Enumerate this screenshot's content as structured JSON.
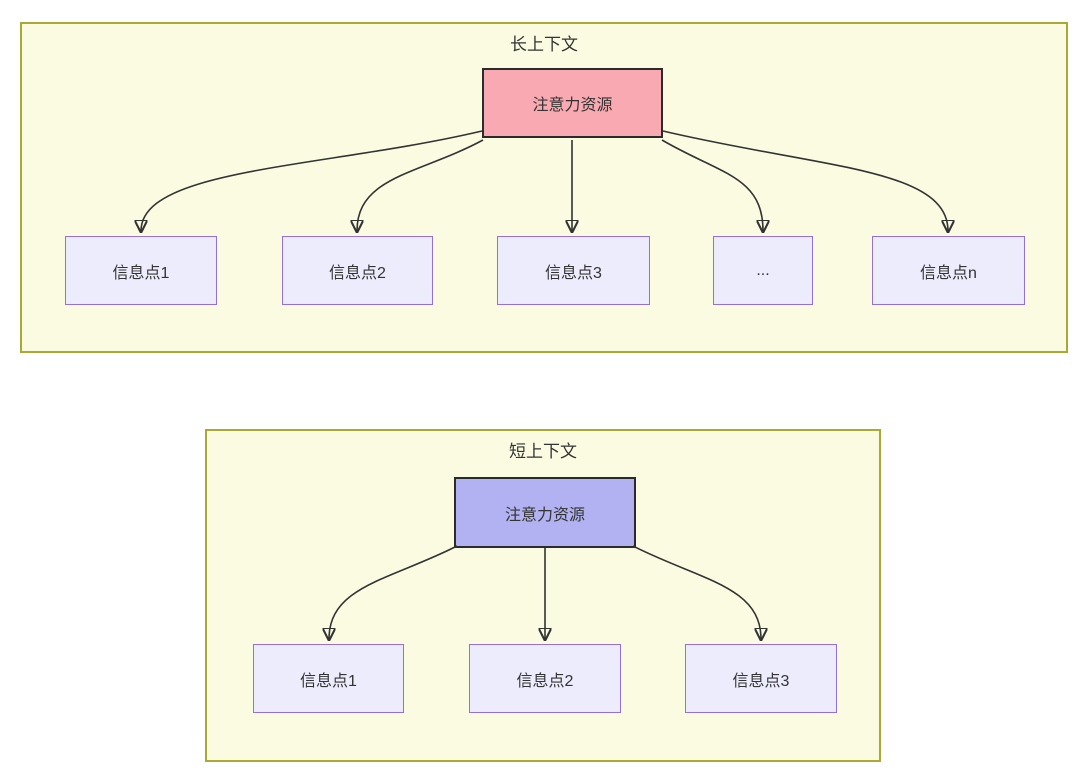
{
  "colors": {
    "container_fill": "#fbfbe2",
    "container_border": "#a9a933",
    "long_root_fill": "#f9a9b1",
    "short_root_fill": "#b2b2f2",
    "root_border": "#2b2b2b",
    "info_fill": "#ececfd",
    "info_border": "#9370db",
    "arrow": "#333333",
    "text": "#333333"
  },
  "long_context": {
    "title": "长上下文",
    "root_label": "注意力资源",
    "children": [
      {
        "label": "信息点1"
      },
      {
        "label": "信息点2"
      },
      {
        "label": "信息点3"
      },
      {
        "label": "..."
      },
      {
        "label": "信息点n"
      }
    ]
  },
  "short_context": {
    "title": "短上下文",
    "root_label": "注意力资源",
    "children": [
      {
        "label": "信息点1"
      },
      {
        "label": "信息点2"
      },
      {
        "label": "信息点3"
      }
    ]
  }
}
